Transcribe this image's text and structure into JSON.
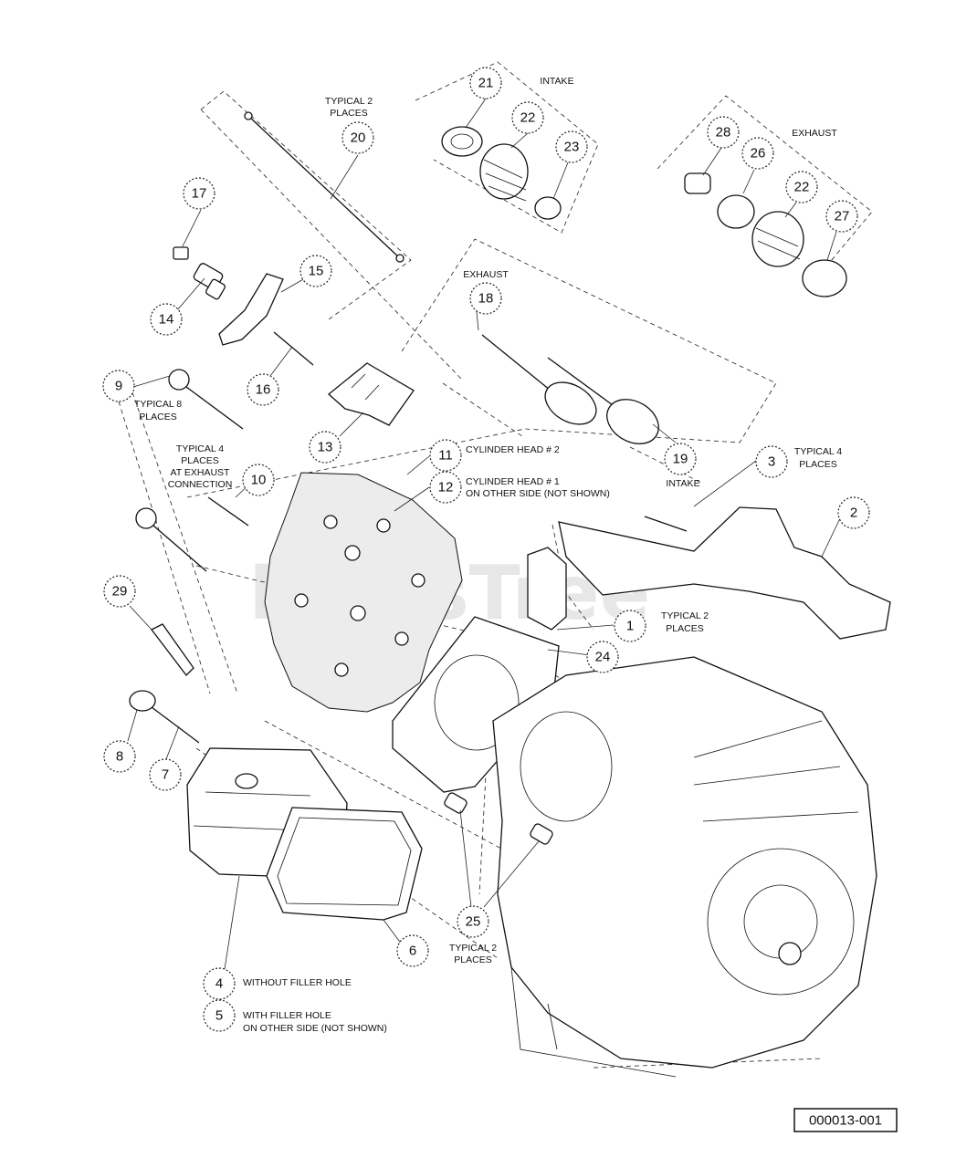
{
  "watermark": {
    "text": "PartsTree",
    "tm": "™"
  },
  "drawing_code": "000013-001",
  "callouts": [
    {
      "id": "c1",
      "num": "1"
    },
    {
      "id": "c2",
      "num": "2"
    },
    {
      "id": "c3",
      "num": "3"
    },
    {
      "id": "c4",
      "num": "4"
    },
    {
      "id": "c5",
      "num": "5"
    },
    {
      "id": "c6",
      "num": "6"
    },
    {
      "id": "c7",
      "num": "7"
    },
    {
      "id": "c8",
      "num": "8"
    },
    {
      "id": "c9",
      "num": "9"
    },
    {
      "id": "c10",
      "num": "10"
    },
    {
      "id": "c11",
      "num": "11"
    },
    {
      "id": "c12",
      "num": "12"
    },
    {
      "id": "c13",
      "num": "13"
    },
    {
      "id": "c14",
      "num": "14"
    },
    {
      "id": "c15",
      "num": "15"
    },
    {
      "id": "c16",
      "num": "16"
    },
    {
      "id": "c17",
      "num": "17"
    },
    {
      "id": "c18",
      "num": "18"
    },
    {
      "id": "c19",
      "num": "19"
    },
    {
      "id": "c20",
      "num": "20"
    },
    {
      "id": "c21",
      "num": "21"
    },
    {
      "id": "c22a",
      "num": "22"
    },
    {
      "id": "c22b",
      "num": "22"
    },
    {
      "id": "c23",
      "num": "23"
    },
    {
      "id": "c24",
      "num": "24"
    },
    {
      "id": "c25",
      "num": "25"
    },
    {
      "id": "c26",
      "num": "26"
    },
    {
      "id": "c27",
      "num": "27"
    },
    {
      "id": "c28",
      "num": "28"
    },
    {
      "id": "c29",
      "num": "29"
    }
  ],
  "labels": {
    "intake_top": "INTAKE",
    "exhaust_top": "EXHAUST",
    "typical2_20_l1": "TYPICAL 2",
    "typical2_20_l2": "PLACES",
    "exhaust_valves": "EXHAUST",
    "intake_valves": "INTAKE",
    "typical8_l1": "TYPICAL 8",
    "typical8_l2": "PLACES",
    "typical4_10_l1": "TYPICAL 4",
    "typical4_10_l2": "PLACES",
    "typical4_10_l3": "AT EXHAUST",
    "typical4_10_l4": "CONNECTION",
    "cyl_head_2": "CYLINDER HEAD # 2",
    "cyl_head_1_l1": "CYLINDER HEAD # 1",
    "cyl_head_1_l2": "ON OTHER SIDE (NOT SHOWN)",
    "typical4_3_l1": "TYPICAL 4",
    "typical4_3_l2": "PLACES",
    "typical2_1_l1": "TYPICAL 2",
    "typical2_1_l2": "PLACES",
    "typical2_25_l1": "TYPICAL 2",
    "typical2_25_l2": "PLACES",
    "without_filler": "WITHOUT FILLER HOLE",
    "with_filler_l1": "WITH FILLER HOLE",
    "with_filler_l2": "ON OTHER SIDE (NOT SHOWN)"
  }
}
